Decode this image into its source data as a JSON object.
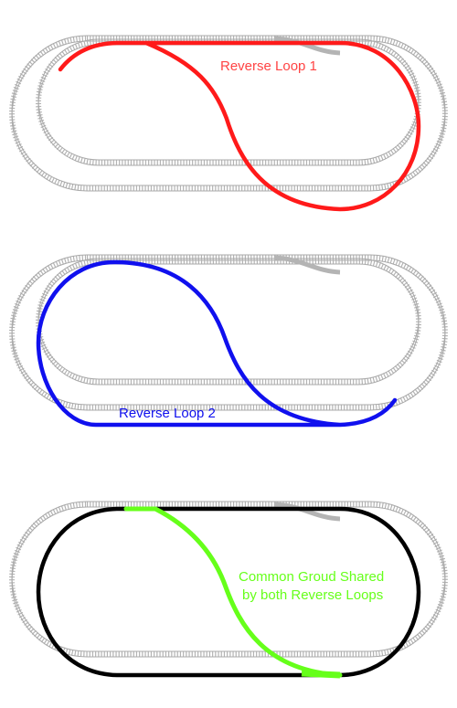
{
  "colors": {
    "background": "#ffffff",
    "track_gray": "#b4b4b4",
    "tie_gray": "#9a9a9a",
    "loop1": "#ff1a1a",
    "loop2": "#1010ee",
    "common": "#66ff1a",
    "black": "#000000"
  },
  "panels": [
    {
      "label": "Reverse Loop 1",
      "label_color": "#ff4444"
    },
    {
      "label": "Reverse Loop 2",
      "label_color": "#1010ee"
    },
    {
      "label_line1": "Common Groud Shared",
      "label_line2": "by both Reverse Loops",
      "label_color": "#66ff1a"
    }
  ]
}
